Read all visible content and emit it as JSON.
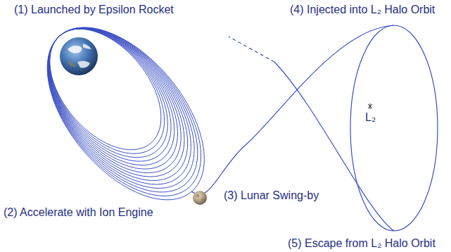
{
  "diagram": {
    "labels": [
      "(1) Launched by Epsilon Rocket",
      "(4) Injected into L₂ Halo Orbit",
      "L₂",
      "(3) Lunar Swing-by",
      "(2) Accelerate with Ion Engine",
      "(5) Escape from L₂ Halo Orbit"
    ]
  }
}
